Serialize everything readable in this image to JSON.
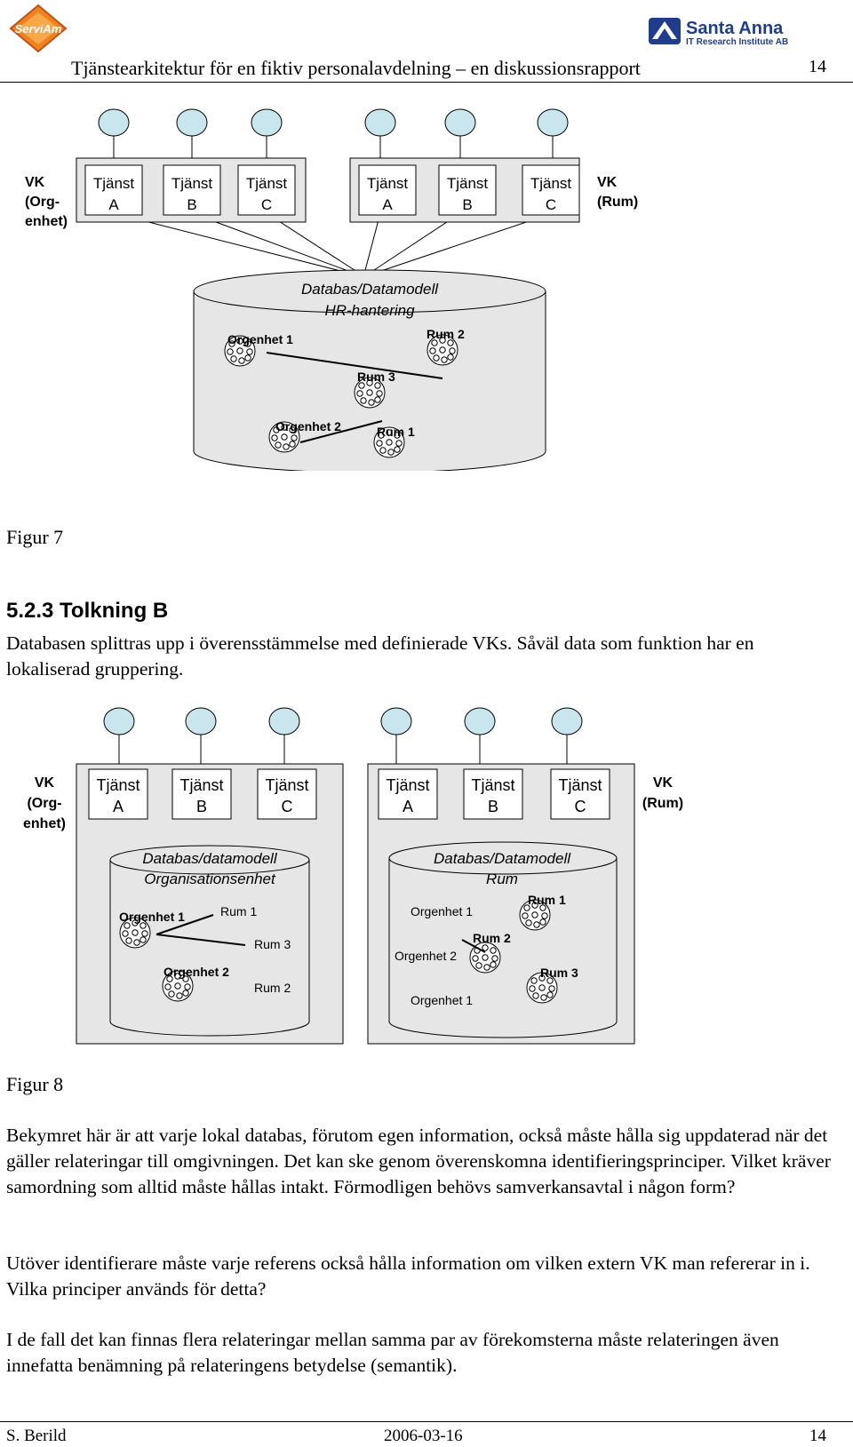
{
  "header": {
    "logo_left": "ServiAm",
    "logo_right_title": "Santa Anna",
    "logo_right_sub": "IT Research Institute AB",
    "title": "Tjänstearkitektur för en fiktiv personalavdelning – en diskussionsrapport",
    "page": "14"
  },
  "figure7": {
    "vk_left": [
      "VK",
      "(Org-",
      "enhet)"
    ],
    "vk_right": [
      "VK",
      "(Rum)"
    ],
    "left_services": [
      [
        "Tjänst",
        "A"
      ],
      [
        "Tjänst",
        "B"
      ],
      [
        "Tjänst",
        "C"
      ]
    ],
    "right_services": [
      [
        "Tjänst",
        "A"
      ],
      [
        "Tjänst",
        "B"
      ],
      [
        "Tjänst",
        "C"
      ]
    ],
    "db_title": [
      "Databas/Datamodell",
      "HR-hantering"
    ],
    "nodes": [
      "Orgenhet 1",
      "Rum 2",
      "Rum 3",
      "Orgenhet 2",
      "Rum 1"
    ],
    "caption": "Figur 7"
  },
  "section": {
    "heading": "5.2.3 Tolkning B",
    "text": "Databasen splittras upp i överensstämmelse med definierade VKs. Såväl data som funktion har en lokaliserad gruppering."
  },
  "figure8": {
    "vk_left": [
      "VK",
      "(Org-",
      "enhet)"
    ],
    "vk_right": [
      "VK",
      "(Rum)"
    ],
    "left_services": [
      [
        "Tjänst",
        "A"
      ],
      [
        "Tjänst",
        "B"
      ],
      [
        "Tjänst",
        "C"
      ]
    ],
    "right_services": [
      [
        "Tjänst",
        "A"
      ],
      [
        "Tjänst",
        "B"
      ],
      [
        "Tjänst",
        "C"
      ]
    ],
    "left_db_title": [
      "Databas/datamodell",
      "Organisationsenhet"
    ],
    "right_db_title": [
      "Databas/Datamodell",
      "Rum"
    ],
    "left_nodes": [
      "Orgenhet 1",
      "Rum 1",
      "Rum 3",
      "Orgenhet 2",
      "Rum 2"
    ],
    "right_nodes": [
      "Orgenhet 1",
      "Rum 1",
      "Rum 2",
      "Orgenhet 2",
      "Rum 3",
      "Orgenhet 1"
    ],
    "caption": "Figur 8"
  },
  "paragraphs": [
    "Bekymret här är att varje lokal databas, förutom egen information, också måste hålla sig uppdaterad när det gäller relateringar till omgivningen. Det kan ske genom överenskomna identifieringsprinciper. Vilket kräver samordning som alltid måste hållas intakt. Förmodligen behövs samverkansavtal i någon form?",
    "Utöver identifierare måste varje referens också hålla information om vilken extern VK man refererar in i. Vilka principer används för detta?",
    "I de fall det kan finnas flera relateringar mellan samma par av förekomsterna måste relateringen även innefatta benämning på relateringens betydelse (semantik)."
  ],
  "footer": {
    "author": "S. Berild",
    "date": "2006-03-16",
    "page": "14"
  }
}
